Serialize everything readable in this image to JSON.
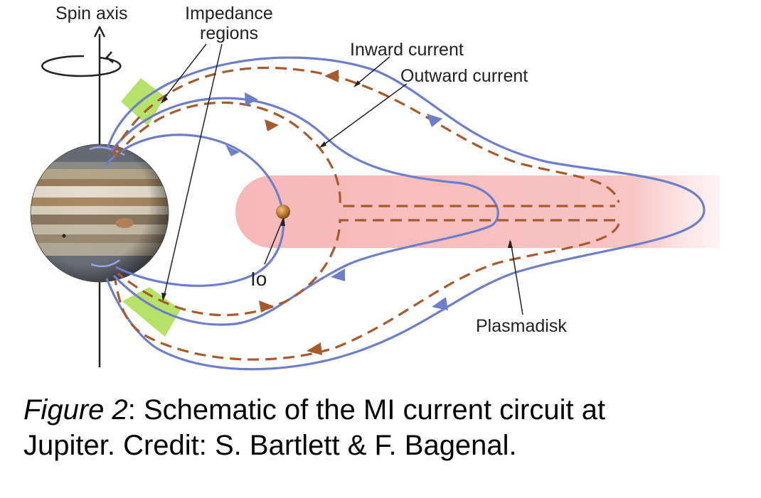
{
  "labels": {
    "spin_axis": "Spin axis",
    "impedance_line1": "Impedance",
    "impedance_line2": "regions",
    "inward_current": "Inward current",
    "outward_current": "Outward current",
    "io": "Io",
    "plasmadisk": "Plasmadisk"
  },
  "caption": {
    "figure": "Figure 2",
    "text_line1": ": Schematic of the MI current circuit at",
    "text_line2": "Jupiter. Credit: S. Bartlett & F. Bagenal."
  },
  "colors": {
    "field_line": "#6e7fc9",
    "current": "#a85a2c",
    "plasmadisk": "#f7b8b8",
    "impedance": "#a6dc48",
    "io": "#b8742a",
    "axis": "#222222"
  }
}
